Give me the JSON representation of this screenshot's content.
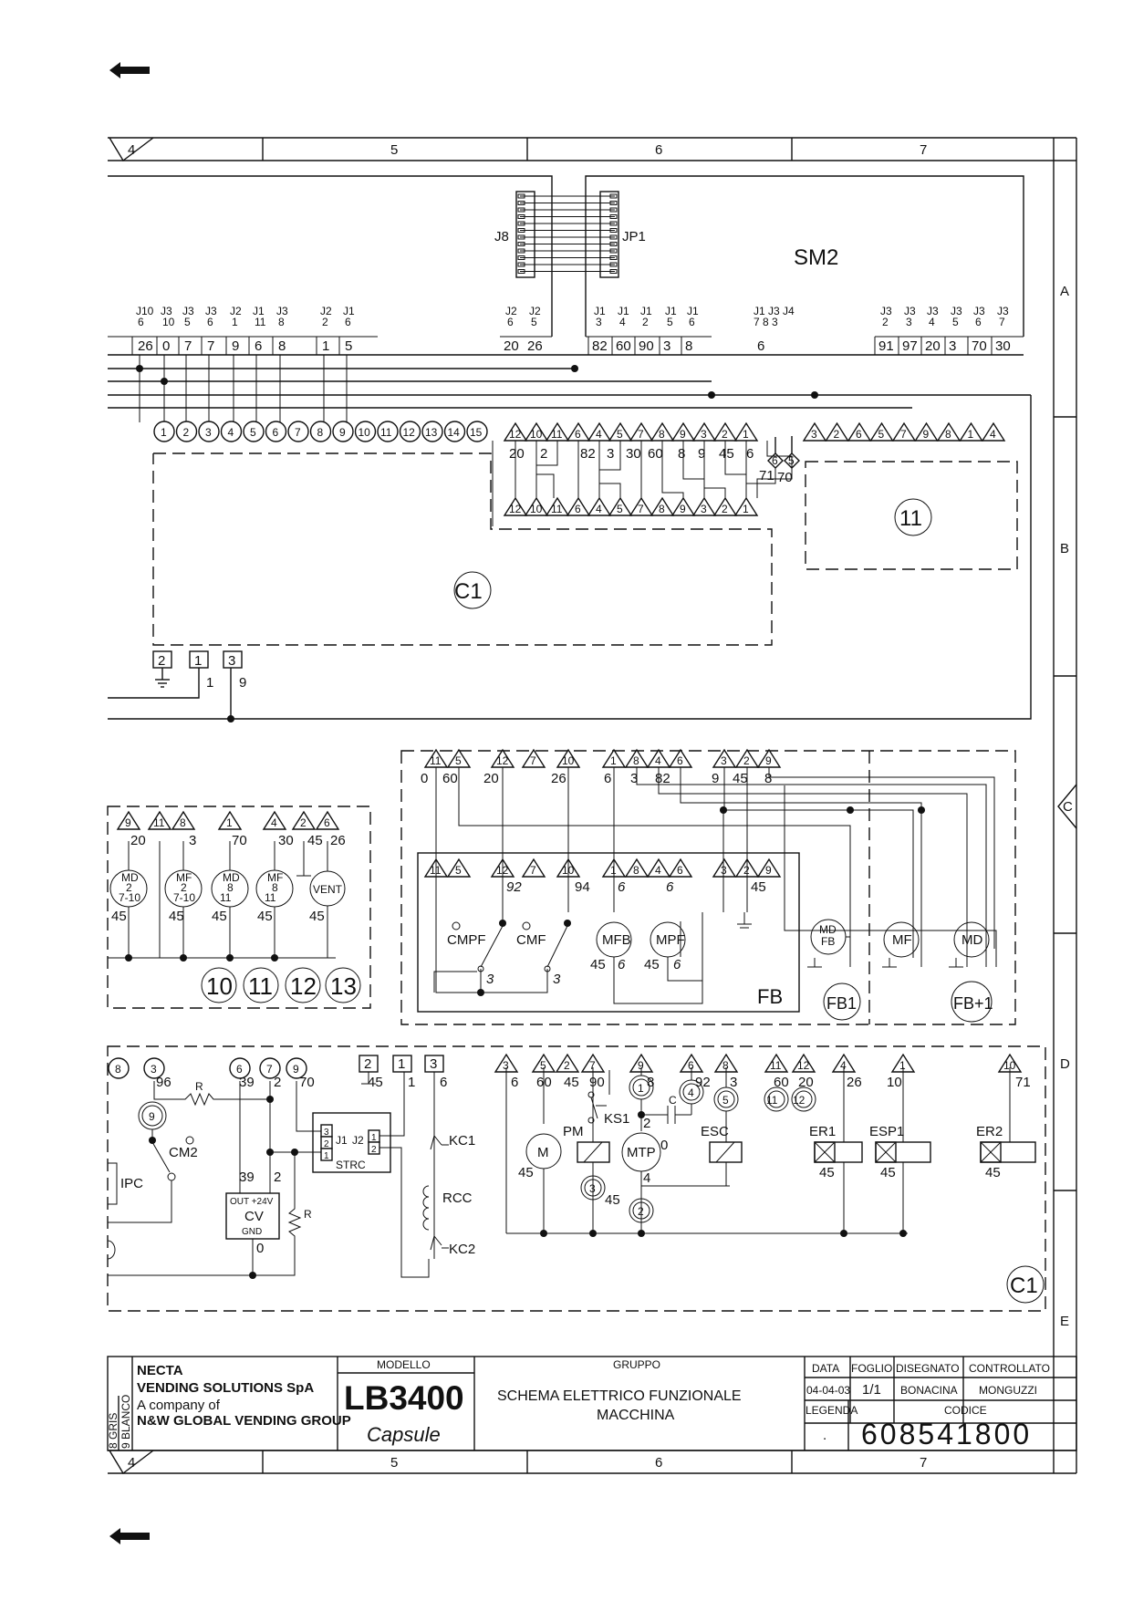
{
  "nav": {
    "arrow_top": "back-arrow",
    "arrow_bottom": "back-arrow"
  },
  "border": {
    "columns": [
      "4",
      "5",
      "6",
      "7"
    ],
    "rows": [
      "A",
      "B",
      "C",
      "D",
      "E"
    ]
  },
  "board_sm2": {
    "name": "SM2",
    "j8": "J8",
    "jp1": "JP1",
    "conn_left": [
      {
        "c": "J10",
        "p": "6",
        "w": "26"
      },
      {
        "c": "J3",
        "p": "10",
        "w": "0"
      },
      {
        "c": "J3",
        "p": "5",
        "w": "7"
      },
      {
        "c": "J3",
        "p": "6",
        "w": "7"
      },
      {
        "c": "J2",
        "p": "1",
        "w": "9"
      },
      {
        "c": "J1",
        "p": "11",
        "w": "6"
      },
      {
        "c": "J3",
        "p": "8",
        "w": "8"
      },
      {
        "c": "J2",
        "p": "2",
        "w": "1"
      },
      {
        "c": "J1",
        "p": "6",
        "w": "5"
      }
    ],
    "conn_mid": [
      {
        "c": "J2",
        "p": "6",
        "w": "20"
      },
      {
        "c": "J2",
        "p": "5",
        "w": "26"
      }
    ],
    "conn_right": [
      {
        "c": "J1",
        "p": "3",
        "w": "82"
      },
      {
        "c": "J1",
        "p": "4",
        "w": "60"
      },
      {
        "c": "J1",
        "p": "2",
        "w": "90"
      },
      {
        "c": "J1",
        "p": "5",
        "w": "3"
      },
      {
        "c": "J1",
        "p": "6",
        "w": "8"
      }
    ],
    "conn_j1j3j4": {
      "c": "J1 J3 J4",
      "p": "7 8 3",
      "w": "6"
    },
    "conn_far": [
      {
        "c": "J3",
        "p": "2",
        "w": "91"
      },
      {
        "c": "J3",
        "p": "3",
        "w": "97"
      },
      {
        "c": "J3",
        "p": "4",
        "w": "20"
      },
      {
        "c": "J3",
        "p": "5",
        "w": "3"
      },
      {
        "c": "J3",
        "p": "6",
        "w": "70"
      },
      {
        "c": "J3",
        "p": "7",
        "w": "30"
      }
    ]
  },
  "terminal_row": {
    "circles": [
      "1",
      "2",
      "3",
      "4",
      "5",
      "6",
      "7",
      "8",
      "9",
      "10",
      "11",
      "12",
      "13",
      "14",
      "15"
    ],
    "tri_a": [
      "12",
      "10",
      "11",
      "6",
      "4",
      "5",
      "7",
      "8",
      "9",
      "3",
      "2",
      "1"
    ],
    "tri_a_wires": [
      "20",
      "2",
      "82",
      "3",
      "30",
      "60",
      "8",
      "9",
      "45",
      "6"
    ],
    "diamonds": [
      "6",
      "5"
    ],
    "diamond_wires": [
      "71",
      "70"
    ],
    "tri_b": [
      "3",
      "2",
      "6",
      "5",
      "7",
      "9",
      "8",
      "1",
      "4"
    ],
    "tri_c": [
      "12",
      "10",
      "11",
      "6",
      "4",
      "5",
      "7",
      "8",
      "9",
      "3",
      "2",
      "1"
    ]
  },
  "box_c1_label": "C1",
  "box_11_label": "11",
  "gnd_terminals": {
    "boxes": [
      "2",
      "1",
      "3"
    ],
    "wires": [
      "1",
      "9"
    ]
  },
  "fb_section": {
    "top_tris": [
      "11",
      "5",
      "12",
      "7",
      "10",
      "1",
      "8",
      "4",
      "6",
      "3",
      "2",
      "9"
    ],
    "top_wires": [
      "0",
      "60",
      "20",
      "26",
      "6",
      "3",
      "82",
      "9",
      "45",
      "8"
    ],
    "inner_tris": [
      "11",
      "5",
      "12",
      "7",
      "10",
      "1",
      "8",
      "4",
      "6",
      "3",
      "2",
      "9"
    ],
    "inner_wires": [
      "92",
      "94",
      "6",
      "6",
      "45"
    ],
    "switches": [
      "CMPF",
      "CMF"
    ],
    "switch_wires": [
      "3",
      "3"
    ],
    "motors": [
      "MFB",
      "MPF"
    ],
    "motor_wires": [
      "45",
      "6",
      "45",
      "6"
    ],
    "fb_label": "FB",
    "ext_motors": [
      "MD\nFB",
      "MF",
      "MD"
    ],
    "fb1_label": "FB1",
    "fb1b_label": "FB+1"
  },
  "left_mid": {
    "tris": [
      "9",
      "11",
      "8",
      "1",
      "4",
      "2",
      "6"
    ],
    "wires": [
      "20",
      "3",
      "70",
      "30",
      "45",
      "26"
    ],
    "motors": [
      {
        "l1": "MD",
        "l2": "2",
        "l3": "7-10"
      },
      {
        "l1": "MF",
        "l2": "2",
        "l3": "7-10"
      },
      {
        "l1": "MD",
        "l2": "8",
        "l3": "11"
      },
      {
        "l1": "MF",
        "l2": "8",
        "l3": "11"
      },
      {
        "l1": "VENT",
        "l2": "",
        "l3": ""
      }
    ],
    "gnd": [
      "45",
      "45",
      "45",
      "45",
      "45"
    ],
    "groups": [
      "10",
      "11",
      "12",
      "13"
    ]
  },
  "bottom": {
    "left_circles": [
      "8",
      "3",
      "6",
      "7",
      "9"
    ],
    "left_wires": [
      "96",
      "39",
      "2",
      "70"
    ],
    "r_label": "R",
    "sw9": "9",
    "cm2": "CM2",
    "ipc": "IPC",
    "cv": {
      "top": "OUT +24V",
      "name": "CV",
      "bot": "GND",
      "w_left": "39",
      "w_right": "2",
      "w_bot": "0"
    },
    "r2": "R",
    "strc": {
      "name": "STRC",
      "j1": "J1",
      "j2": "J2",
      "pins_l": [
        "3",
        "2",
        "1"
      ],
      "pins_r": [
        "1",
        "2"
      ]
    },
    "boxes": [
      "2",
      "1",
      "3"
    ],
    "box_wires": [
      "45",
      "1",
      "6"
    ],
    "relays": [
      "KC1",
      "RCC",
      "KC2"
    ],
    "tris": [
      "3",
      "5",
      "2",
      "7",
      "9",
      "6",
      "8",
      "11",
      "12",
      "4",
      "1",
      "10"
    ],
    "tri_wires": [
      "6",
      "60",
      "45",
      "90",
      "8",
      "92",
      "3",
      "60",
      "20",
      "26",
      "10",
      "71"
    ],
    "parts": [
      "M",
      "PM",
      "KS1",
      "MTP",
      "ESC",
      "ER1",
      "ESP1",
      "ER2",
      "C"
    ],
    "small_nums": [
      "1",
      "4",
      "5",
      "11",
      "12",
      "3",
      "2"
    ],
    "gnd": [
      "45",
      "45",
      "45",
      "45",
      "45"
    ],
    "wire0": "0",
    "wire2": "2",
    "wire4": "4",
    "c1_label": "C1"
  },
  "title_block": {
    "company1": "NECTA",
    "company2": "VENDING SOLUTIONS SpA",
    "company3": "A company of",
    "company4": "N&W GLOBAL VENDING GROUP",
    "side1": "8 GRIS",
    "side2": "9 BLANCO",
    "modello_h": "MODELLO",
    "model": "LB3400",
    "model_sub": "Capsule",
    "gruppo_h": "GRUPPO",
    "gruppo1": "SCHEMA ELETTRICO FUNZIONALE",
    "gruppo2": "MACCHINA",
    "data_h": "DATA",
    "data": "04-04-03",
    "foglio_h": "FOGLIO",
    "foglio": "1/1",
    "disegnato_h": "DISEGNATO",
    "disegnato": "BONACINA",
    "controllato_h": "CONTROLLATO",
    "controllato": "MONGUZZI",
    "legenda_h": "LEGENDA",
    "legenda": ".",
    "codice_h": "CODICE",
    "codice": "608541800"
  }
}
